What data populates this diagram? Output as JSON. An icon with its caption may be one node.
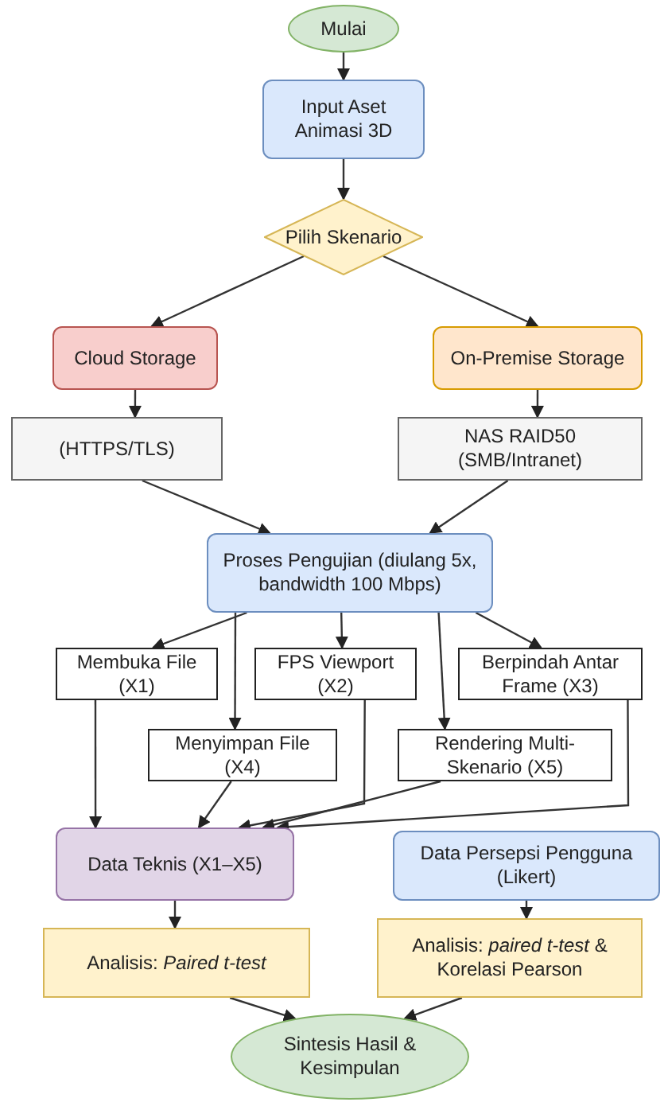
{
  "diagram": {
    "nodes": [
      {
        "text": [
          "Mulai"
        ]
      },
      {
        "text": [
          "Input Aset Animasi 3D"
        ]
      },
      {
        "text": [
          "Pilih Skenario"
        ]
      },
      {
        "text": [
          "Cloud Storage"
        ]
      },
      {
        "text": [
          "On-Premise Storage"
        ]
      },
      {
        "text": [
          "(HTTPS/TLS)"
        ]
      },
      {
        "text": [
          "NAS RAID50 (SMB/Intranet)"
        ]
      },
      {
        "text": [
          "Proses Pengujian (diulang 5x, bandwidth 100 Mbps)"
        ]
      },
      {
        "text": [
          "Membuka File (X1)"
        ]
      },
      {
        "text": [
          "FPS Viewport (X2)"
        ]
      },
      {
        "text": [
          "Berpindah Antar Frame (X3)"
        ]
      },
      {
        "text": [
          "Menyimpan File (X4)"
        ]
      },
      {
        "text": [
          "Rendering Multi-Skenario (X5)"
        ]
      },
      {
        "text": [
          "Data Teknis (X1–X5)"
        ]
      },
      {
        "text": [
          "Data Persepsi Pengguna (Likert)"
        ]
      },
      {
        "text": [
          "Analisis: *Paired t-test*"
        ]
      },
      {
        "text": [
          "Analisis: *paired t-test* & Korelasi Pearson"
        ]
      },
      {
        "text": [
          "Sintesis Hasil & Kesimpulan"
        ]
      }
    ],
    "edges": [
      {
        "from": 0,
        "to": 1,
        "arrow": "to"
      },
      {
        "from": 1,
        "to": 2,
        "arrow": "to"
      },
      {
        "from": 2,
        "to": 3,
        "arrow": "to"
      },
      {
        "from": 2,
        "to": 4,
        "arrow": "to"
      },
      {
        "from": 3,
        "to": 5,
        "arrow": "to"
      },
      {
        "from": 4,
        "to": 6,
        "arrow": "to"
      },
      {
        "from": 5,
        "to": 7,
        "arrow": "to"
      },
      {
        "from": 6,
        "to": 7,
        "arrow": "to"
      },
      {
        "from": 7,
        "to": 8,
        "arrow": "to"
      },
      {
        "from": 7,
        "to": 9,
        "arrow": "to"
      },
      {
        "from": 7,
        "to": 10,
        "arrow": "to"
      },
      {
        "from": 7,
        "to": 11,
        "arrow": "to"
      },
      {
        "from": 7,
        "to": 12,
        "arrow": "to"
      },
      {
        "from": 8,
        "to": 13,
        "arrow": "to"
      },
      {
        "from": 9,
        "to": 13,
        "arrow": "to"
      },
      {
        "from": 10,
        "to": 13,
        "arrow": "to"
      },
      {
        "from": 11,
        "to": 13,
        "arrow": "to"
      },
      {
        "from": 12,
        "to": 13,
        "arrow": "to"
      },
      {
        "from": 13,
        "to": 15,
        "arrow": "to"
      },
      {
        "from": 14,
        "to": 16,
        "arrow": "to"
      },
      {
        "from": 15,
        "to": 17,
        "arrow": "to"
      },
      {
        "from": 16,
        "to": 17,
        "arrow": "to"
      }
    ]
  }
}
